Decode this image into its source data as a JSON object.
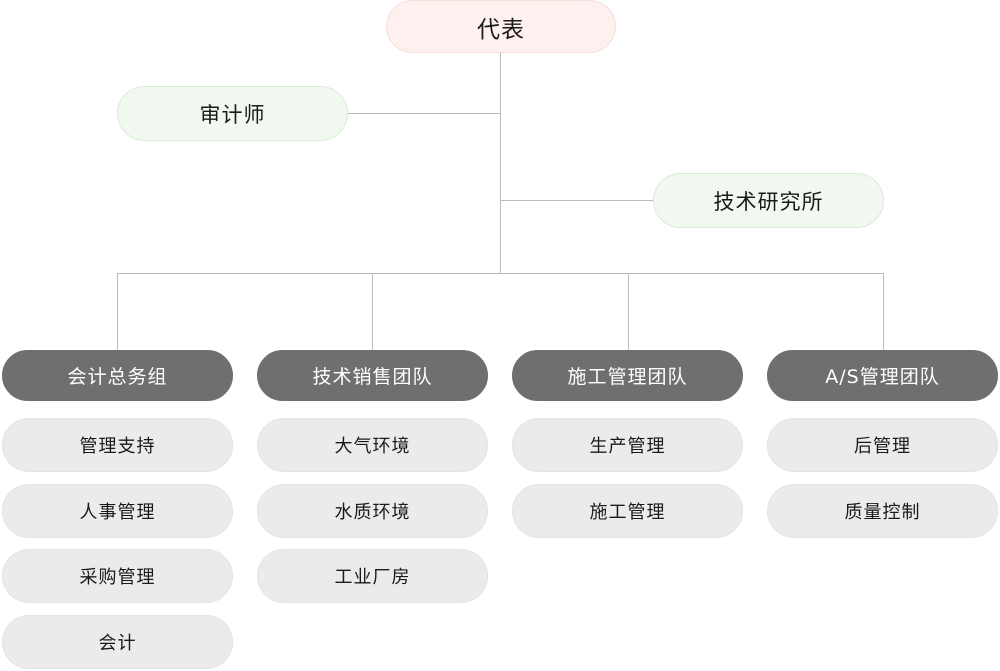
{
  "diagram": {
    "type": "organization-chart",
    "title_node": {
      "label": "代表",
      "fill": "#fdf0ee",
      "border": "#f6dedb"
    },
    "staff_nodes": [
      {
        "label": "审计师",
        "fill": "#f1f8f0",
        "border": "#dcead9",
        "side": "left"
      },
      {
        "label": "技术研究所",
        "fill": "#f1f8f0",
        "border": "#dcead9",
        "side": "right"
      }
    ],
    "columns": [
      {
        "team": {
          "label": "会计总务组",
          "fill": "#706f6f",
          "text": "#ffffff"
        },
        "items": [
          {
            "label": "管理支持"
          },
          {
            "label": "人事管理"
          },
          {
            "label": "采购管理"
          },
          {
            "label": "会计"
          }
        ]
      },
      {
        "team": {
          "label": "技术销售团队",
          "fill": "#706f6f",
          "text": "#ffffff"
        },
        "items": [
          {
            "label": "大气环境"
          },
          {
            "label": "水质环境"
          },
          {
            "label": "工业厂房"
          }
        ]
      },
      {
        "team": {
          "label": "施工管理团队",
          "fill": "#706f6f",
          "text": "#ffffff"
        },
        "items": [
          {
            "label": "生产管理"
          },
          {
            "label": "施工管理"
          }
        ]
      },
      {
        "team": {
          "label": "A/S管理团队",
          "fill": "#706f6f",
          "text": "#ffffff"
        },
        "items": [
          {
            "label": "后管理"
          },
          {
            "label": "质量控制"
          }
        ]
      }
    ],
    "connector_color": "#b9b9b9",
    "sub_item_fill": "#ebebeb"
  }
}
